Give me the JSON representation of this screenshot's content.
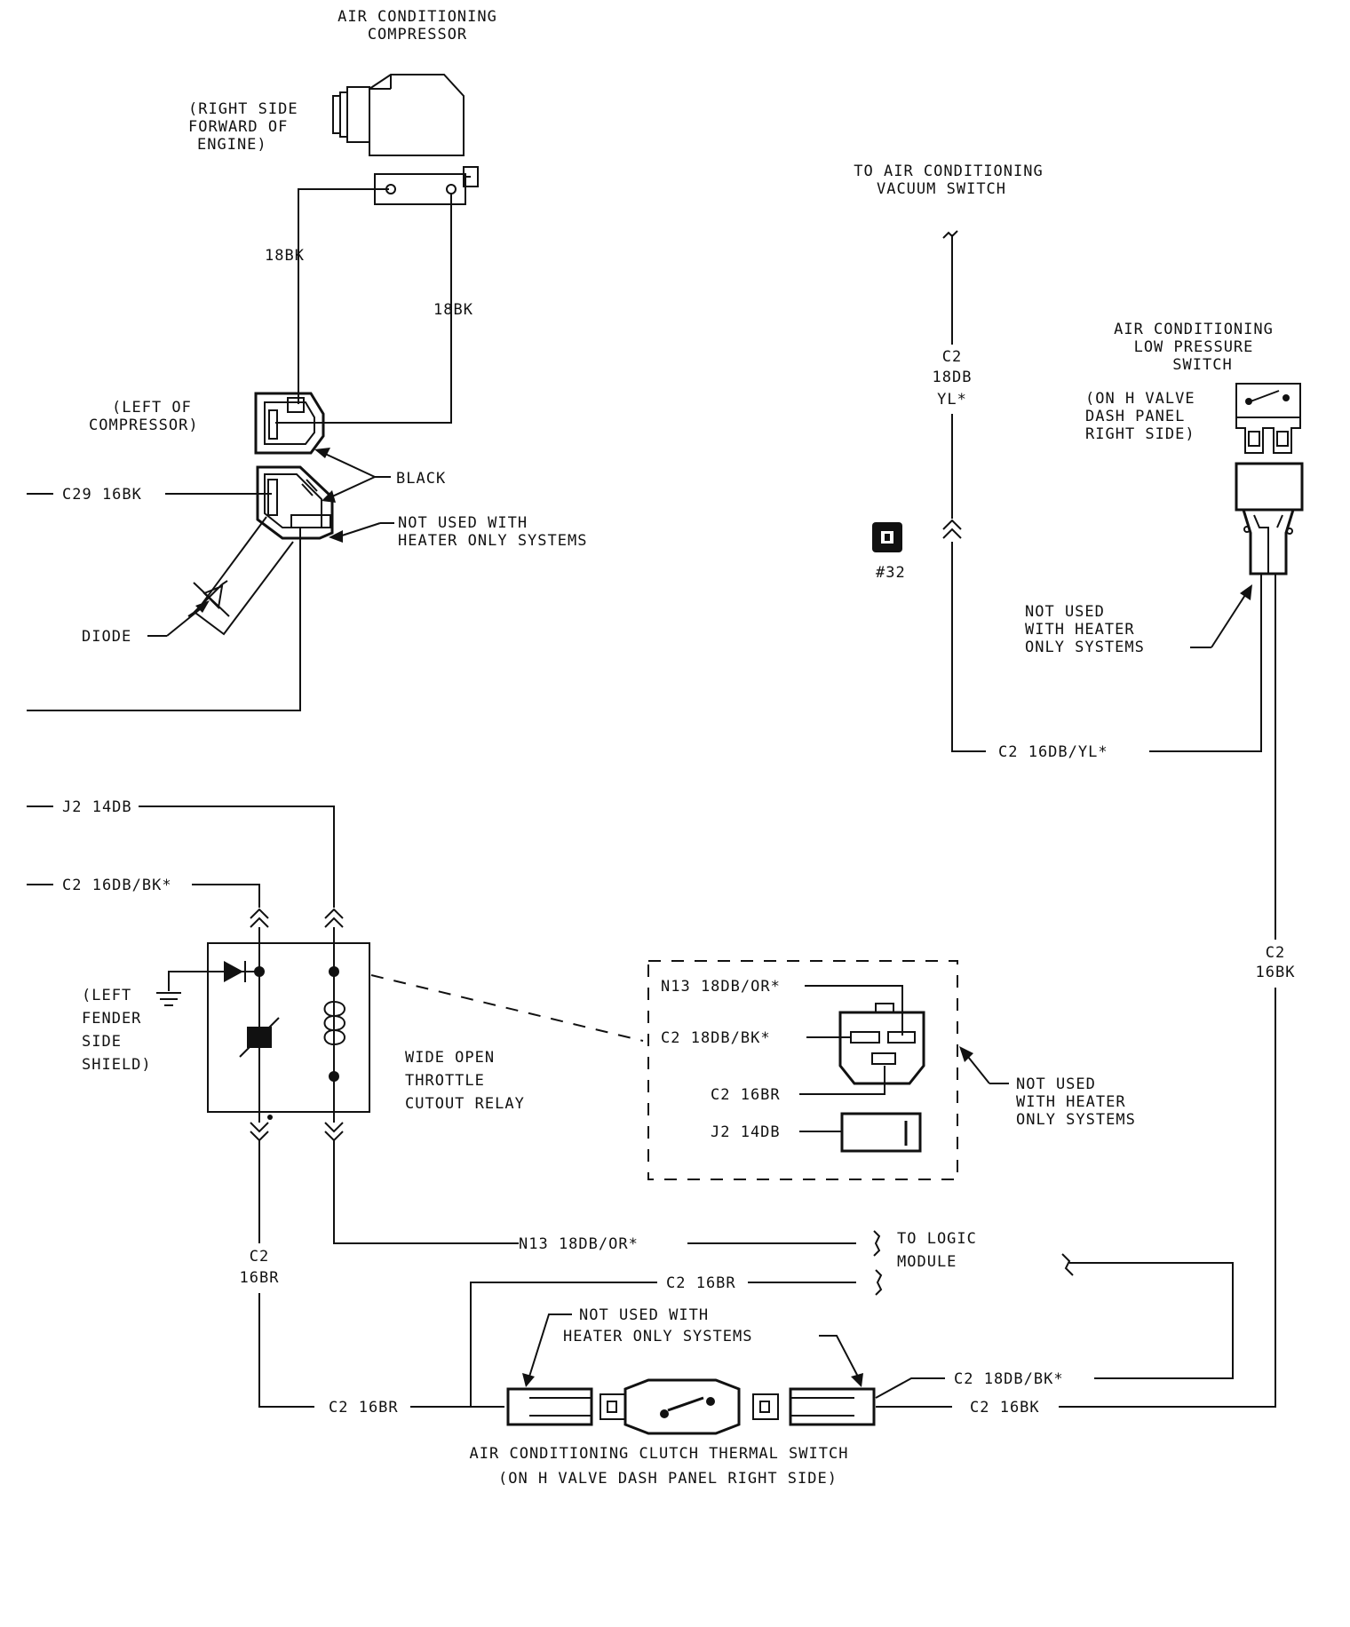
{
  "compressor": {
    "title1": "AIR CONDITIONING",
    "title2": "COMPRESSOR",
    "location1": "(RIGHT SIDE",
    "location2": "FORWARD OF",
    "location3": "ENGINE)",
    "wire_left": "18BK",
    "wire_right": "18BK"
  },
  "compressor_connector": {
    "location1": "(LEFT OF",
    "location2": "COMPRESSOR)"
  },
  "callouts": {
    "black": "BLACK",
    "not_used_1a": "NOT USED WITH",
    "not_used_1b": "HEATER ONLY SYSTEMS",
    "diode": "DIODE",
    "c29": "C29 16BK",
    "not_used_2a": "NOT USED",
    "not_used_2b": "WITH HEATER",
    "not_used_2c": "ONLY SYSTEMS",
    "not_used_3a": "NOT USED",
    "not_used_3b": "WITH HEATER",
    "not_used_3c": "ONLY SYSTEMS",
    "not_used_4a": "NOT USED WITH",
    "not_used_4b": "HEATER ONLY SYSTEMS"
  },
  "vacuum_switch": {
    "label1": "TO AIR CONDITIONING",
    "label2": "VACUUM SWITCH",
    "wire_code": "C2",
    "wire_gauge": "18DB",
    "wire_color": "YL*"
  },
  "connector_32": {
    "label": "#32"
  },
  "low_pressure_switch": {
    "title1": "AIR CONDITIONING",
    "title2": "LOW PRESSURE",
    "title3": "SWITCH",
    "location1": "(ON H VALVE",
    "location2": "DASH PANEL",
    "location3": "RIGHT SIDE)",
    "wire_bottom": "C2   16DB/YL*",
    "wire_right_code": "C2",
    "wire_right_gauge": "16BK"
  },
  "relay": {
    "wire_j2": "J2 14DB",
    "wire_c2": "C2 16DB/BK*",
    "ground1": "(LEFT",
    "ground2": "FENDER",
    "ground3": "SIDE",
    "ground4": "SHIELD)",
    "name1": "WIDE OPEN",
    "name2": "THROTTLE",
    "name3": "CUTOUT RELAY",
    "wire_down_code": "C2",
    "wire_down_gauge": "16BR",
    "wire_n13": "N13 18DB/OR*"
  },
  "relay_connector": {
    "pin_n13": "N13 18DB/OR*",
    "pin_c2a": "C2 18DB/BK*",
    "pin_c2b": "C2 16BR",
    "pin_j2": "J2 14DB"
  },
  "logic_module": {
    "label1": "TO LOGIC",
    "label2": "MODULE"
  },
  "thermal_switch": {
    "wire_top": "C2 16BR",
    "wire_left": "C2 16BR",
    "wire_right1": "C2 18DB/BK*",
    "wire_right2": "C2 16BK",
    "title1": "AIR CONDITIONING CLUTCH THERMAL SWITCH",
    "title2": "(ON H VALVE DASH PANEL RIGHT SIDE)"
  }
}
